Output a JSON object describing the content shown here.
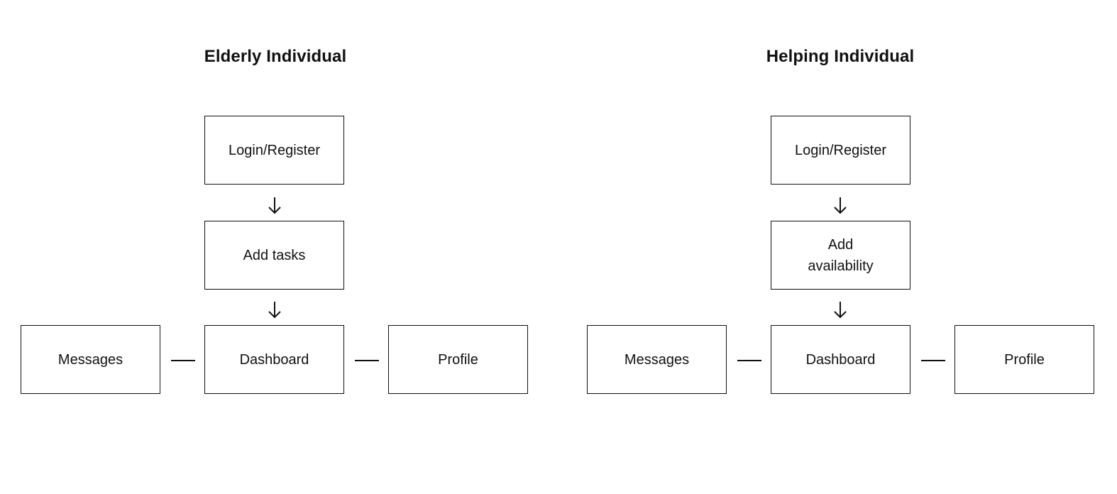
{
  "left": {
    "title": "Elderly Individual",
    "login": "Login/Register",
    "step": "Add tasks",
    "messages": "Messages",
    "dashboard": "Dashboard",
    "profile": "Profile"
  },
  "right": {
    "title": "Helping Individual",
    "login": "Login/Register",
    "step": "Add availability",
    "messages": "Messages",
    "dashboard": "Dashboard",
    "profile": "Profile"
  }
}
